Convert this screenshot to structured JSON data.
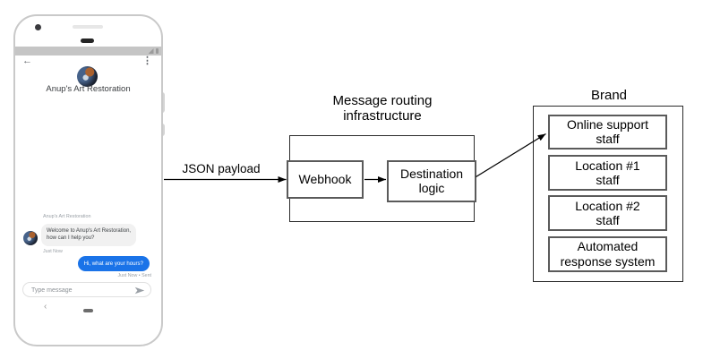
{
  "colors": {
    "outgoing_bubble": "#1a73e8",
    "incoming_bubble": "#f1f1f1",
    "status_bar": "#c5c5c5",
    "diagram_line": "#000000"
  },
  "phone": {
    "header": {
      "back_icon": "←",
      "menu_icon": "⋮",
      "title": "Anup's Art Restoration"
    },
    "chat": {
      "sender_label": "Anup's Art Restoration",
      "incoming_message": "Welcome to Anup's Art Restoration,\nhow can I help you?",
      "incoming_timestamp": "Just Now",
      "outgoing_message": "Hi, what are your hours?",
      "outgoing_timestamp": "Just Now • Sent"
    },
    "composer": {
      "placeholder": "Type message"
    },
    "nav": {
      "back_icon": "‹"
    }
  },
  "diagram": {
    "payload_label": "JSON payload",
    "routing": {
      "title": "Message routing\ninfrastructure",
      "webhook": "Webhook",
      "destination": "Destination\nlogic"
    },
    "brand": {
      "title": "Brand",
      "boxes": [
        "Online support\nstaff",
        "Location #1\nstaff",
        "Location #2\nstaff",
        "Automated\nresponse system"
      ]
    }
  }
}
